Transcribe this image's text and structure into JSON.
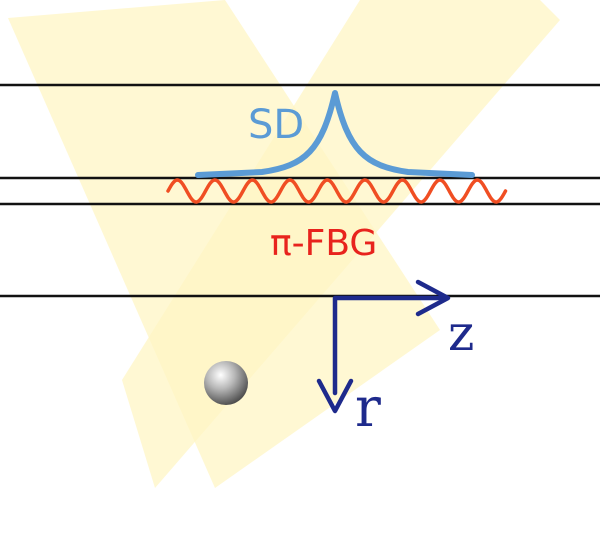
{
  "labels": {
    "sd": "SD",
    "fbg": "π-FBG",
    "z_axis": "z",
    "r_axis": "r"
  },
  "colors": {
    "background": "#ffffff",
    "fiber_lines": "#111111",
    "beam_fill": "#fff6c4",
    "sd_curve": "#5b9bd5",
    "fbg_wave": "#f04e23",
    "fbg_label": "#e8231d",
    "axes": "#1e2a8c",
    "particle": "#9a9a9a"
  },
  "icons": {
    "particle": "gray-sphere-icon",
    "z_arrow": "arrow-right-icon",
    "r_arrow": "arrow-down-icon"
  }
}
